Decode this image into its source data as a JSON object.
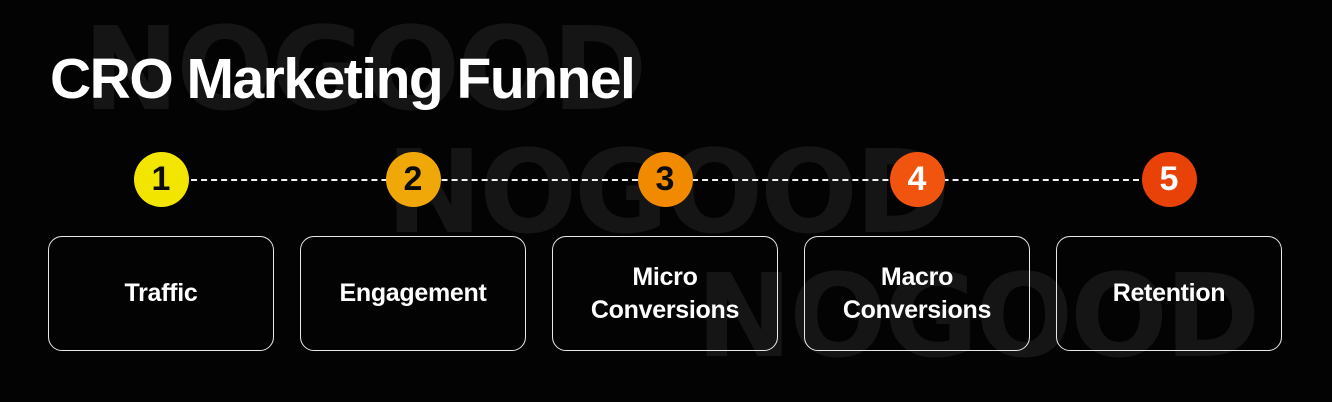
{
  "title": "CRO Marketing Funnel",
  "watermark": {
    "text": "NOGOOD",
    "color": "#151515"
  },
  "background_color": "#030303",
  "connector": {
    "style": "dashed",
    "color": "#FFFFFF"
  },
  "steps": [
    {
      "number": "1",
      "label": "Traffic",
      "circle_color": "#F2E600",
      "number_color": "#0B0B0B"
    },
    {
      "number": "2",
      "label": "Engagement",
      "circle_color": "#F0A808",
      "number_color": "#0B0B0B"
    },
    {
      "number": "3",
      "label": "Micro\nConversions",
      "circle_color": "#F28A00",
      "number_color": "#0B0B0B"
    },
    {
      "number": "4",
      "label": "Macro\nConversions",
      "circle_color": "#F0540E",
      "number_color": "#FFFFFF"
    },
    {
      "number": "5",
      "label": "Retention",
      "circle_color": "#E84209",
      "number_color": "#FFFFFF"
    }
  ]
}
